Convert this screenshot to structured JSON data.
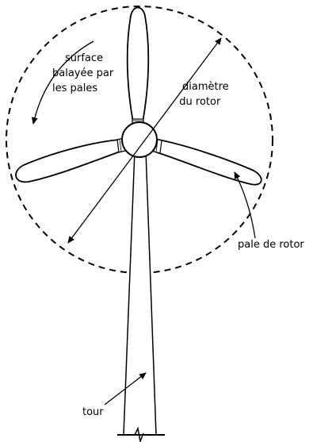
{
  "labels": {
    "swept_area": [
      "surface",
      "balayée par",
      "les pales"
    ],
    "rotor_diameter": [
      "diamètre",
      "du rotor"
    ],
    "rotor_blade": "pale de rotor",
    "tower": "tour"
  },
  "colors": {
    "stroke": "#000000",
    "fill": "#ffffff"
  }
}
